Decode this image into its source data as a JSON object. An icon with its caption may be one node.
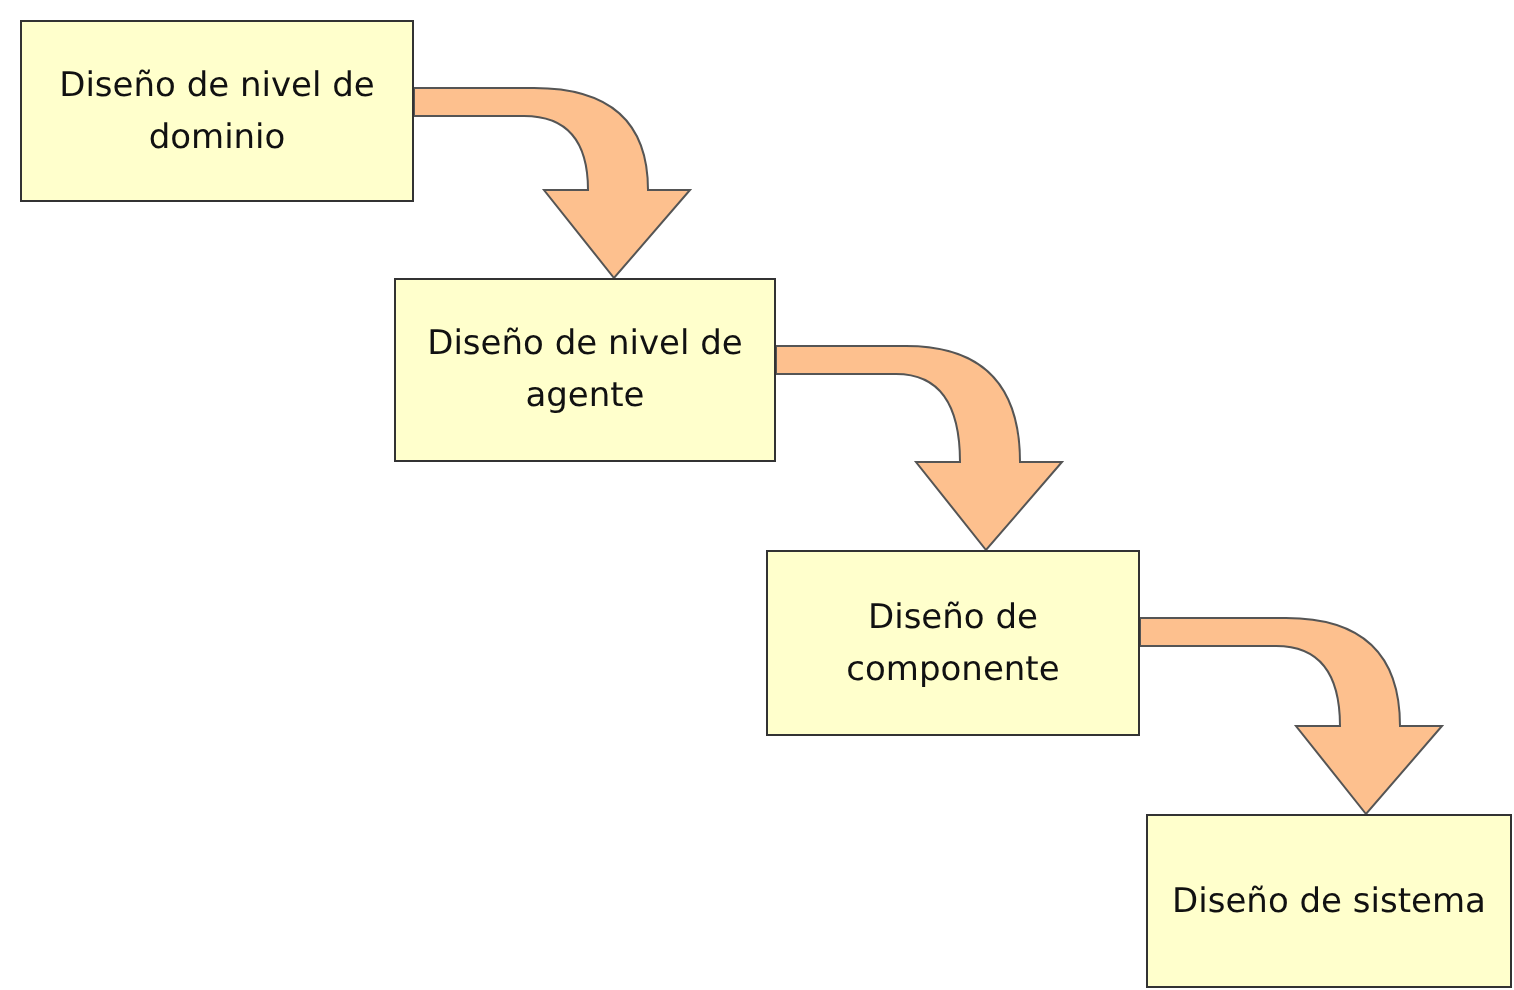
{
  "diagram": {
    "nodes": [
      {
        "text": [
          "Diseño de nivel de dominio"
        ]
      },
      {
        "text": [
          "Diseño de nivel de agente"
        ]
      },
      {
        "text": [
          "Diseño de componente"
        ]
      },
      {
        "text": [
          "Diseño de sistema"
        ]
      }
    ],
    "edges": [
      {
        "from": 0,
        "to": 1,
        "arrow": "to"
      },
      {
        "from": 1,
        "to": 2,
        "arrow": "to"
      },
      {
        "from": 2,
        "to": 3,
        "arrow": "to"
      }
    ]
  }
}
